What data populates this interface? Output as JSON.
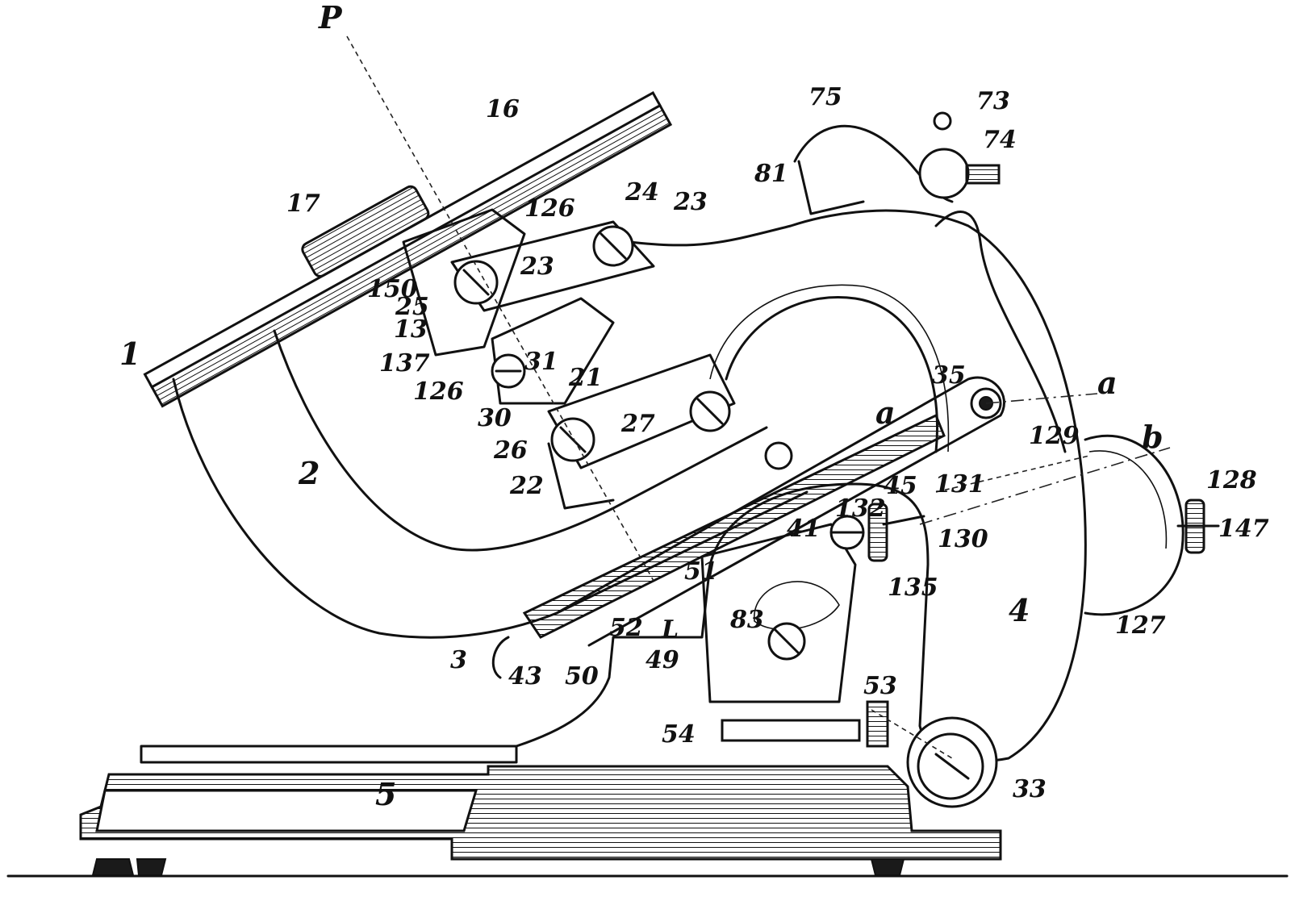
{
  "labels": {
    "p": "P",
    "l1": "1",
    "l2": "2",
    "l3": "3",
    "l4": "4",
    "l5": "5",
    "l13": "13",
    "l16": "16",
    "l17": "17",
    "l21": "21",
    "l22": "22",
    "l23a": "23",
    "l23b": "23",
    "l24": "24",
    "l25": "25",
    "l26": "26",
    "l27": "27",
    "l30": "30",
    "l31": "31",
    "l33": "33",
    "l35": "35",
    "l41": "41",
    "l43": "43",
    "l45": "45",
    "l49": "49",
    "l50": "50",
    "l51": "51",
    "l52": "52",
    "l53": "53",
    "l54": "54",
    "l73": "73",
    "l74": "74",
    "l75": "75",
    "l81": "81",
    "l83": "83",
    "l126a": "126",
    "l126b": "126",
    "l127": "127",
    "l128": "128",
    "l129": "129",
    "l130": "130",
    "l131": "131",
    "l132": "132",
    "l135": "135",
    "l137": "137",
    "l147": "147",
    "l150": "150",
    "a1": "a",
    "a2": "a",
    "b": "b",
    "L": "L"
  }
}
